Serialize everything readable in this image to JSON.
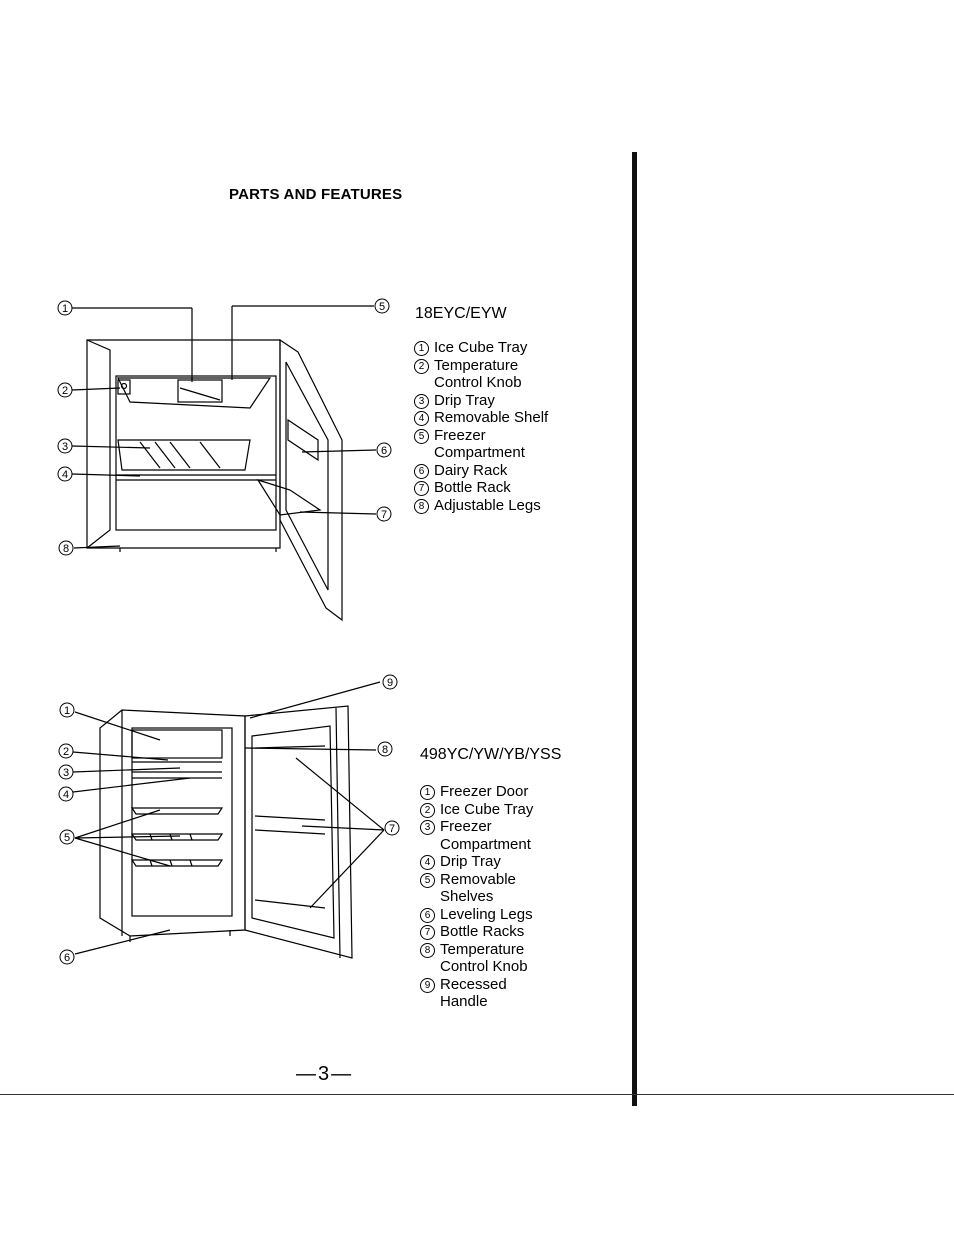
{
  "page": {
    "title": "PARTS AND FEATURES",
    "page_number": "—3—"
  },
  "model_a": {
    "name": "18EYC/EYW",
    "parts": [
      {
        "num": "1",
        "label": "Ice Cube Tray"
      },
      {
        "num": "2",
        "label": "Temperature\nControl Knob"
      },
      {
        "num": "3",
        "label": "Drip Tray"
      },
      {
        "num": "4",
        "label": "Removable Shelf"
      },
      {
        "num": "5",
        "label": "Freezer\nCompartment"
      },
      {
        "num": "6",
        "label": "Dairy Rack"
      },
      {
        "num": "7",
        "label": "Bottle Rack"
      },
      {
        "num": "8",
        "label": "Adjustable Legs"
      }
    ],
    "callouts": [
      "1",
      "2",
      "3",
      "4",
      "5",
      "6",
      "7",
      "8"
    ]
  },
  "model_b": {
    "name": "498YC/YW/YB/YSS",
    "parts": [
      {
        "num": "1",
        "label": "Freezer Door"
      },
      {
        "num": "2",
        "label": "Ice Cube Tray"
      },
      {
        "num": "3",
        "label": "Freezer\nCompartment"
      },
      {
        "num": "4",
        "label": "Drip Tray"
      },
      {
        "num": "5",
        "label": "Removable\nShelves"
      },
      {
        "num": "6",
        "label": "Leveling Legs"
      },
      {
        "num": "7",
        "label": "Bottle Racks"
      },
      {
        "num": "8",
        "label": "Temperature\nControl Knob"
      },
      {
        "num": "9",
        "label": "Recessed\nHandle"
      }
    ],
    "callouts": [
      "1",
      "2",
      "3",
      "4",
      "5",
      "6",
      "7",
      "8",
      "9"
    ]
  }
}
